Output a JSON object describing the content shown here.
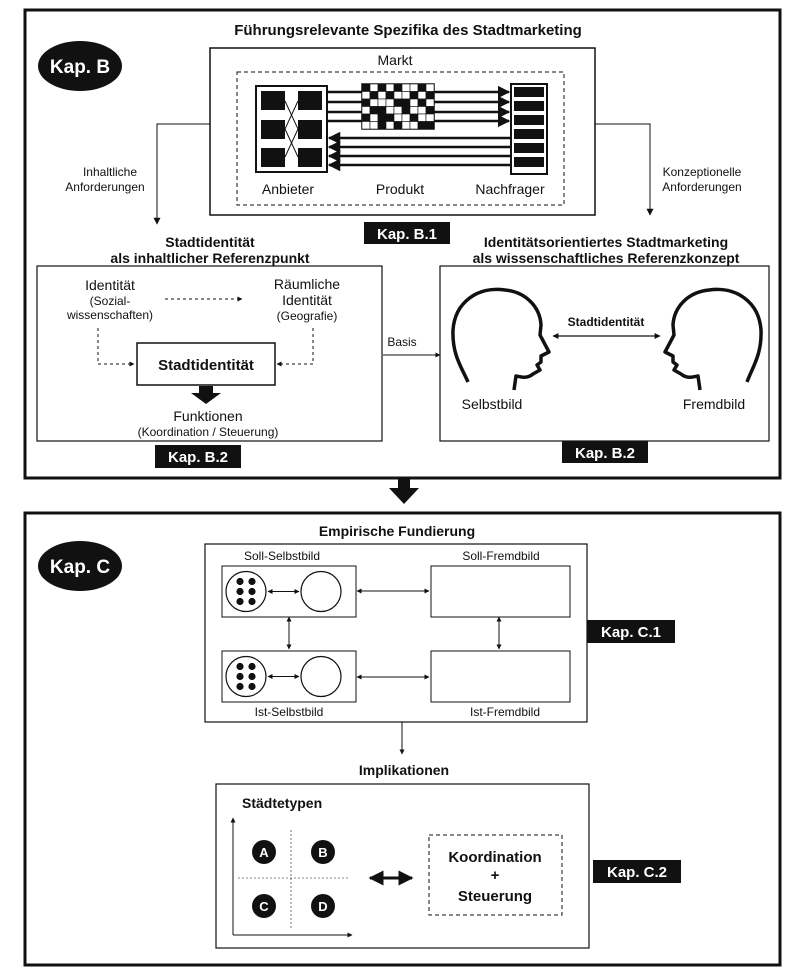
{
  "section_b": {
    "badge": "Kap. B",
    "title": "Führungsrelevante Spezifika des Stadtmarketing",
    "market": {
      "label": "Markt",
      "anbieter": "Anbieter",
      "produkt": "Produkt",
      "nachfrager": "Nachfrager",
      "kap": "Kap. B.1"
    },
    "req_left": [
      "Inhaltliche",
      "Anforderungen"
    ],
    "req_right": [
      "Konzeptionelle",
      "Anforderungen"
    ],
    "left_box": {
      "title": [
        "Stadtidentität",
        "als inhaltlicher Referenzpunkt"
      ],
      "identitaet": "Identität",
      "sozial": [
        "(Sozial-",
        "wissenschaften)"
      ],
      "raeumlich": [
        "Räumliche",
        "Identität"
      ],
      "geografie": "(Geografie)",
      "stadtidentitaet": "Stadtidentität",
      "funktionen": "Funktionen",
      "funktionen_sub": "(Koordination / Steuerung)",
      "kap": "Kap. B.2"
    },
    "basis": "Basis",
    "right_box": {
      "title": [
        "Identitätsorientiertes Stadtmarketing",
        "als wissenschaftliches Referenzkonzept"
      ],
      "center": "Stadtidentität",
      "selbstbild": "Selbstbild",
      "fremdbild": "Fremdbild",
      "kap": "Kap. B.2"
    }
  },
  "section_c": {
    "badge": "Kap. C",
    "title": "Empirische Fundierung",
    "soll_selbst": "Soll-Selbstbild",
    "soll_fremd": "Soll-Fremdbild",
    "ist_selbst": "Ist-Selbstbild",
    "ist_fremd": "Ist-Fremdbild",
    "kap1": "Kap. C.1",
    "implikationen": "Implikationen",
    "staedtetypen": "Städtetypen",
    "types": [
      "A",
      "B",
      "C",
      "D"
    ],
    "koordination": [
      "Koordination",
      "+",
      "Steuerung"
    ],
    "kap2": "Kap. C.2"
  }
}
